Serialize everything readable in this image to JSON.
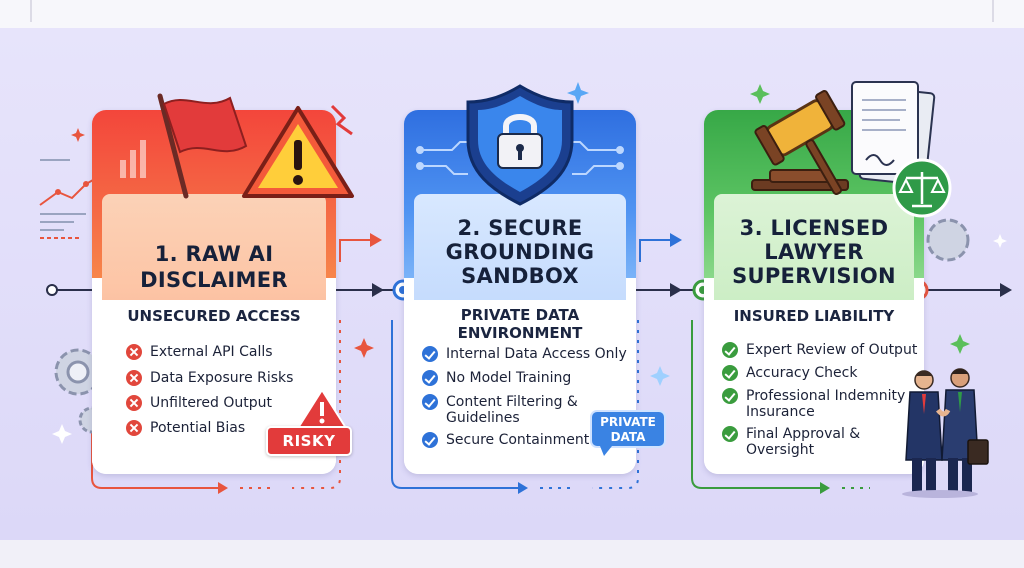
{
  "colors": {
    "red_accent": "#e8553e",
    "blue_accent": "#2e72d8",
    "green_accent": "#3a9c3e",
    "background": "#e3e0fa"
  },
  "steps": [
    {
      "title_lines": [
        "1. RAW AI",
        "DISCLAIMER"
      ],
      "subtitle_lines": [
        "UNSECURED ACCESS"
      ],
      "status_icon": "x-circle-icon",
      "items": [
        [
          "External API Calls"
        ],
        [
          "Data Exposure Risks"
        ],
        [
          "Unfiltered Output"
        ],
        [
          "Potential Bias"
        ]
      ],
      "header_icons": [
        "red-flag-icon",
        "warning-triangle-icon",
        "bar-chart-icon"
      ]
    },
    {
      "title_lines": [
        "2. SECURE",
        "GROUNDING",
        "SANDBOX"
      ],
      "subtitle_lines": [
        "PRIVATE DATA",
        "ENVIRONMENT"
      ],
      "status_icon": "check-circle-icon",
      "items": [
        [
          "Internal Data Access Only"
        ],
        [
          "No Model Training"
        ],
        [
          "Content Filtering &",
          "Guidelines"
        ],
        [
          "Secure Containment"
        ]
      ],
      "header_icons": [
        "shield-lock-icon",
        "circuit-lines-icon"
      ]
    },
    {
      "title_lines": [
        "3. LICENSED",
        "LAWYER",
        "SUPERVISION"
      ],
      "subtitle_lines": [
        "INSURED LIABILITY"
      ],
      "status_icon": "check-circle-icon",
      "items": [
        [
          "Expert Review of Output"
        ],
        [
          "Accuracy Check"
        ],
        [
          "Professional Indemnity",
          "Insurance"
        ],
        [
          "Final Approval &",
          "Oversight"
        ]
      ],
      "header_icons": [
        "gavel-icon",
        "document-stack-icon",
        "scales-icon"
      ]
    }
  ],
  "badges": {
    "risky": "RISKY",
    "private_lines": [
      "PRIVATE",
      "DATA"
    ]
  }
}
